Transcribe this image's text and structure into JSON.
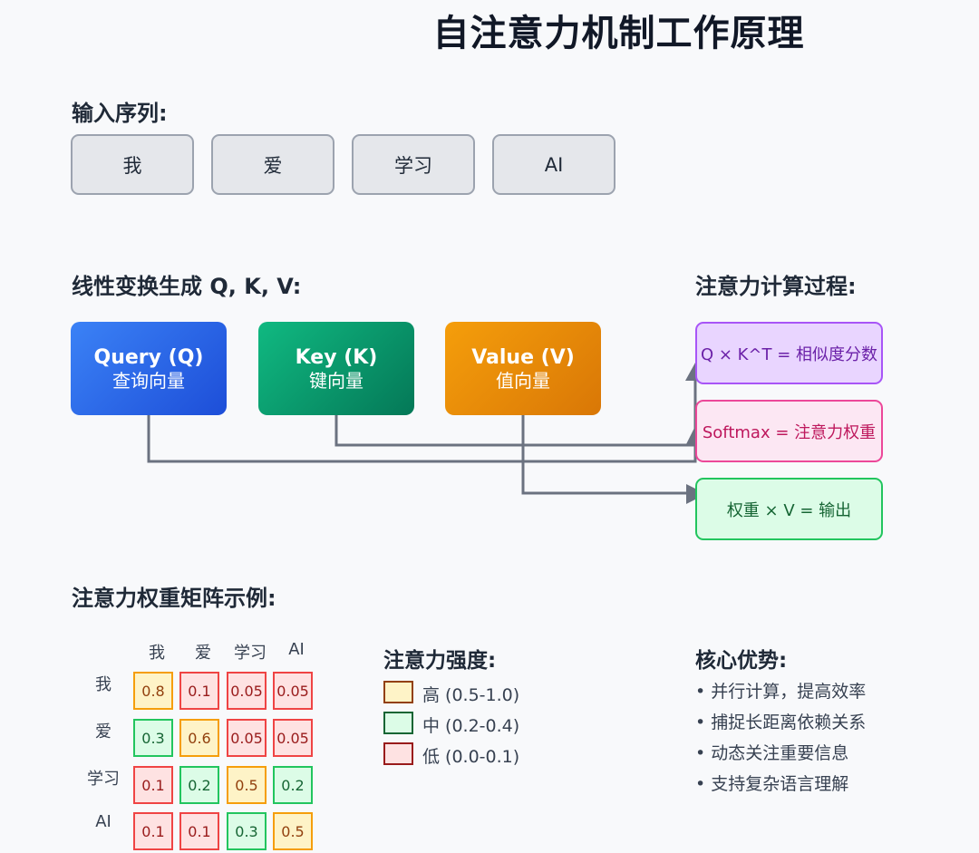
{
  "title": "自注意力机制工作原理",
  "input": {
    "heading": "输入序列:",
    "tokens": [
      "我",
      "爱",
      "学习",
      "AI"
    ]
  },
  "transform": {
    "heading": "线性变换生成 Q, K, V:",
    "boxes": [
      {
        "name": "Query (Q)",
        "sub": "查询向量"
      },
      {
        "name": "Key (K)",
        "sub": "键向量"
      },
      {
        "name": "Value (V)",
        "sub": "值向量"
      }
    ]
  },
  "process": {
    "heading": "注意力计算过程:",
    "steps": [
      "Q × K^T = 相似度分数",
      "Softmax = 注意力权重",
      "权重 × V = 输出"
    ]
  },
  "matrix": {
    "heading": "注意力权重矩阵示例:",
    "col_labels": [
      "我",
      "爱",
      "学习",
      "AI"
    ],
    "row_labels": [
      "我",
      "爱",
      "学习",
      "AI"
    ],
    "values": [
      [
        "0.8",
        "0.1",
        "0.05",
        "0.05"
      ],
      [
        "0.3",
        "0.6",
        "0.05",
        "0.05"
      ],
      [
        "0.1",
        "0.2",
        "0.5",
        "0.2"
      ],
      [
        "0.1",
        "0.1",
        "0.3",
        "0.5"
      ]
    ],
    "levels": [
      [
        "high",
        "low",
        "low",
        "low"
      ],
      [
        "mid",
        "high",
        "low",
        "low"
      ],
      [
        "low",
        "mid",
        "high",
        "mid"
      ],
      [
        "low",
        "low",
        "mid",
        "high"
      ]
    ]
  },
  "legend": {
    "heading": "注意力强度:",
    "items": [
      {
        "label": "高 (0.5-1.0)",
        "level": "high"
      },
      {
        "label": "中 (0.2-0.4)",
        "level": "mid"
      },
      {
        "label": "低 (0.0-0.1)",
        "level": "low"
      }
    ]
  },
  "advantages": {
    "heading": "核心优势:",
    "items": [
      "• 并行计算，提高效率",
      "• 捕捉长距离依赖关系",
      "• 动态关注重要信息",
      "• 支持复杂语言理解"
    ]
  },
  "colors": {
    "query": "#2563eb",
    "key": "#059669",
    "value": "#d97706",
    "high": "#f59e0b",
    "mid": "#22c55e",
    "low": "#ef4444",
    "connector": "#6b7280"
  }
}
